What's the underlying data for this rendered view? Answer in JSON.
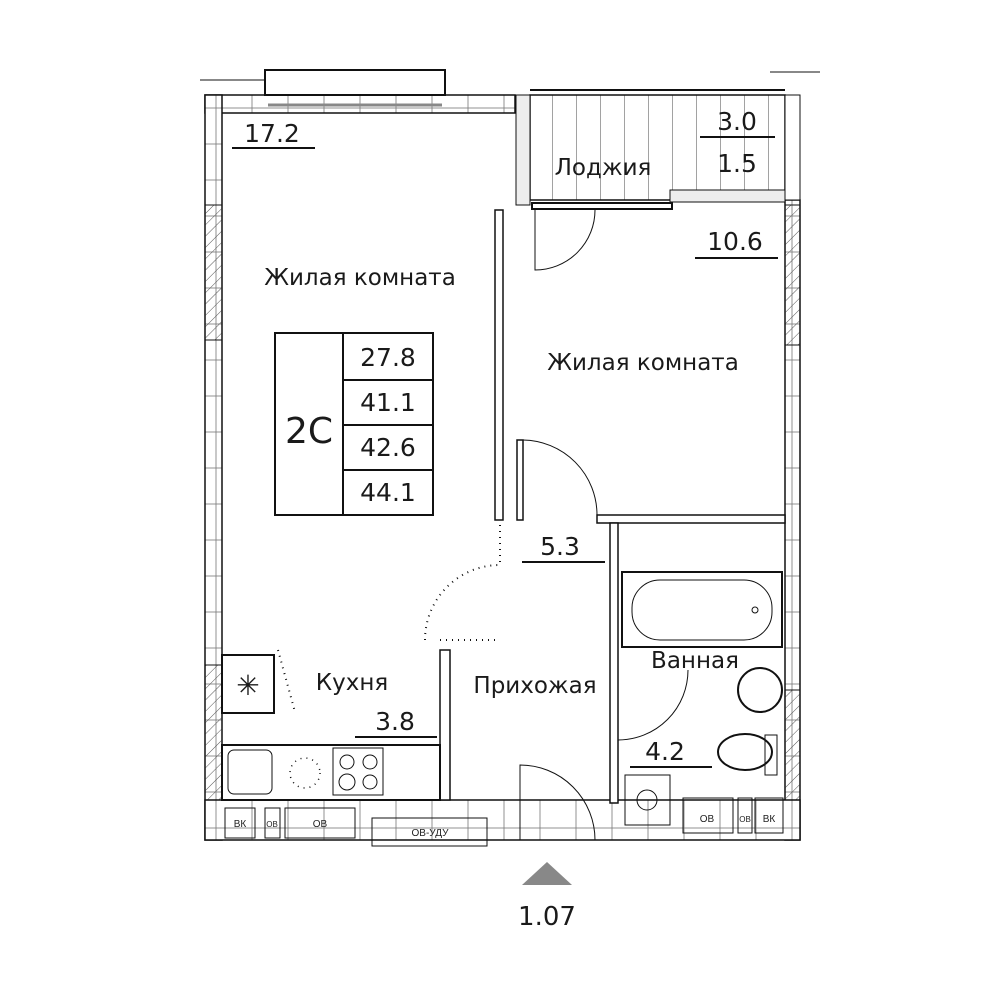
{
  "plan": {
    "apartment_type": "2С",
    "areas_table": [
      "27.8",
      "41.1",
      "42.6",
      "44.1"
    ],
    "rooms": {
      "living1_name": "Жилая комната",
      "living1_area": "17.2",
      "living2_name": "Жилая комната",
      "living2_area": "10.6",
      "loggia_name": "Лоджия",
      "loggia_area_full": "3.0",
      "loggia_area_reduced": "1.5",
      "kitchen_name": "Кухня",
      "kitchen_area": "3.8",
      "hall_name": "Прихожая",
      "hall_area": "5.3",
      "bath_name": "Ванная",
      "bath_area": "4.2"
    },
    "utility_labels": {
      "vk_left": "ВК",
      "ov_left_small": "ОВ",
      "ov_left": "ОВ",
      "ov_udu": "ОВ-УДУ",
      "ov_right": "ОВ",
      "ov_right_small": "ОВ",
      "vk_right": "ВК"
    },
    "entrance_marker": "1.07"
  }
}
